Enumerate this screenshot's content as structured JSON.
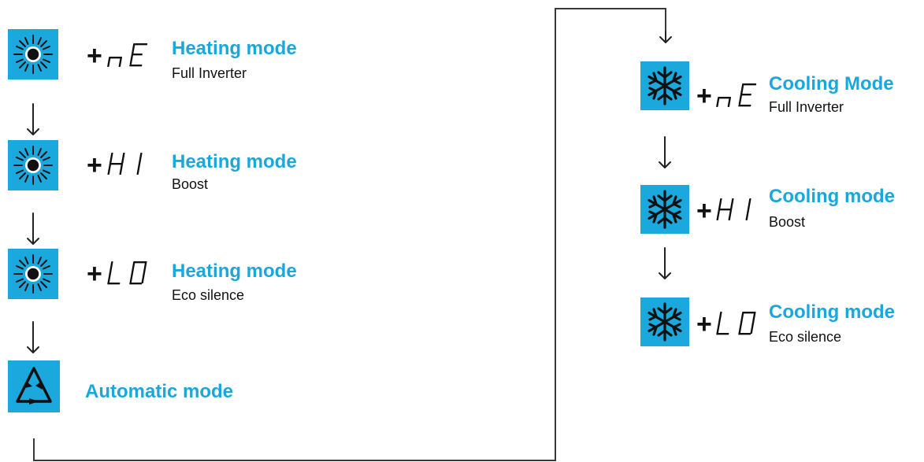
{
  "colors": {
    "accent": "#1ba8dd",
    "title_text": "#19a7de",
    "body_text": "#111111",
    "line": "#3a3a3a"
  },
  "icons": {
    "heat": "sun-icon",
    "auto": "triangle-arrows-icon",
    "cool": "snowflake-icon"
  },
  "left_column": [
    {
      "code": "nE",
      "title": "Heating mode",
      "subtitle": "Full Inverter"
    },
    {
      "code": "HI",
      "title": "Heating mode",
      "subtitle": "Boost"
    },
    {
      "code": "LO",
      "title": "Heating mode",
      "subtitle": "Eco silence"
    }
  ],
  "auto_mode": {
    "title": "Automatic mode"
  },
  "right_column": [
    {
      "code": "nE",
      "title": "Cooling Mode",
      "subtitle": "Full Inverter"
    },
    {
      "code": "HI",
      "title": "Cooling mode",
      "subtitle": "Boost"
    },
    {
      "code": "LO",
      "title": "Cooling mode",
      "subtitle": "Eco silence"
    }
  ],
  "symbols": {
    "plus": "+"
  }
}
